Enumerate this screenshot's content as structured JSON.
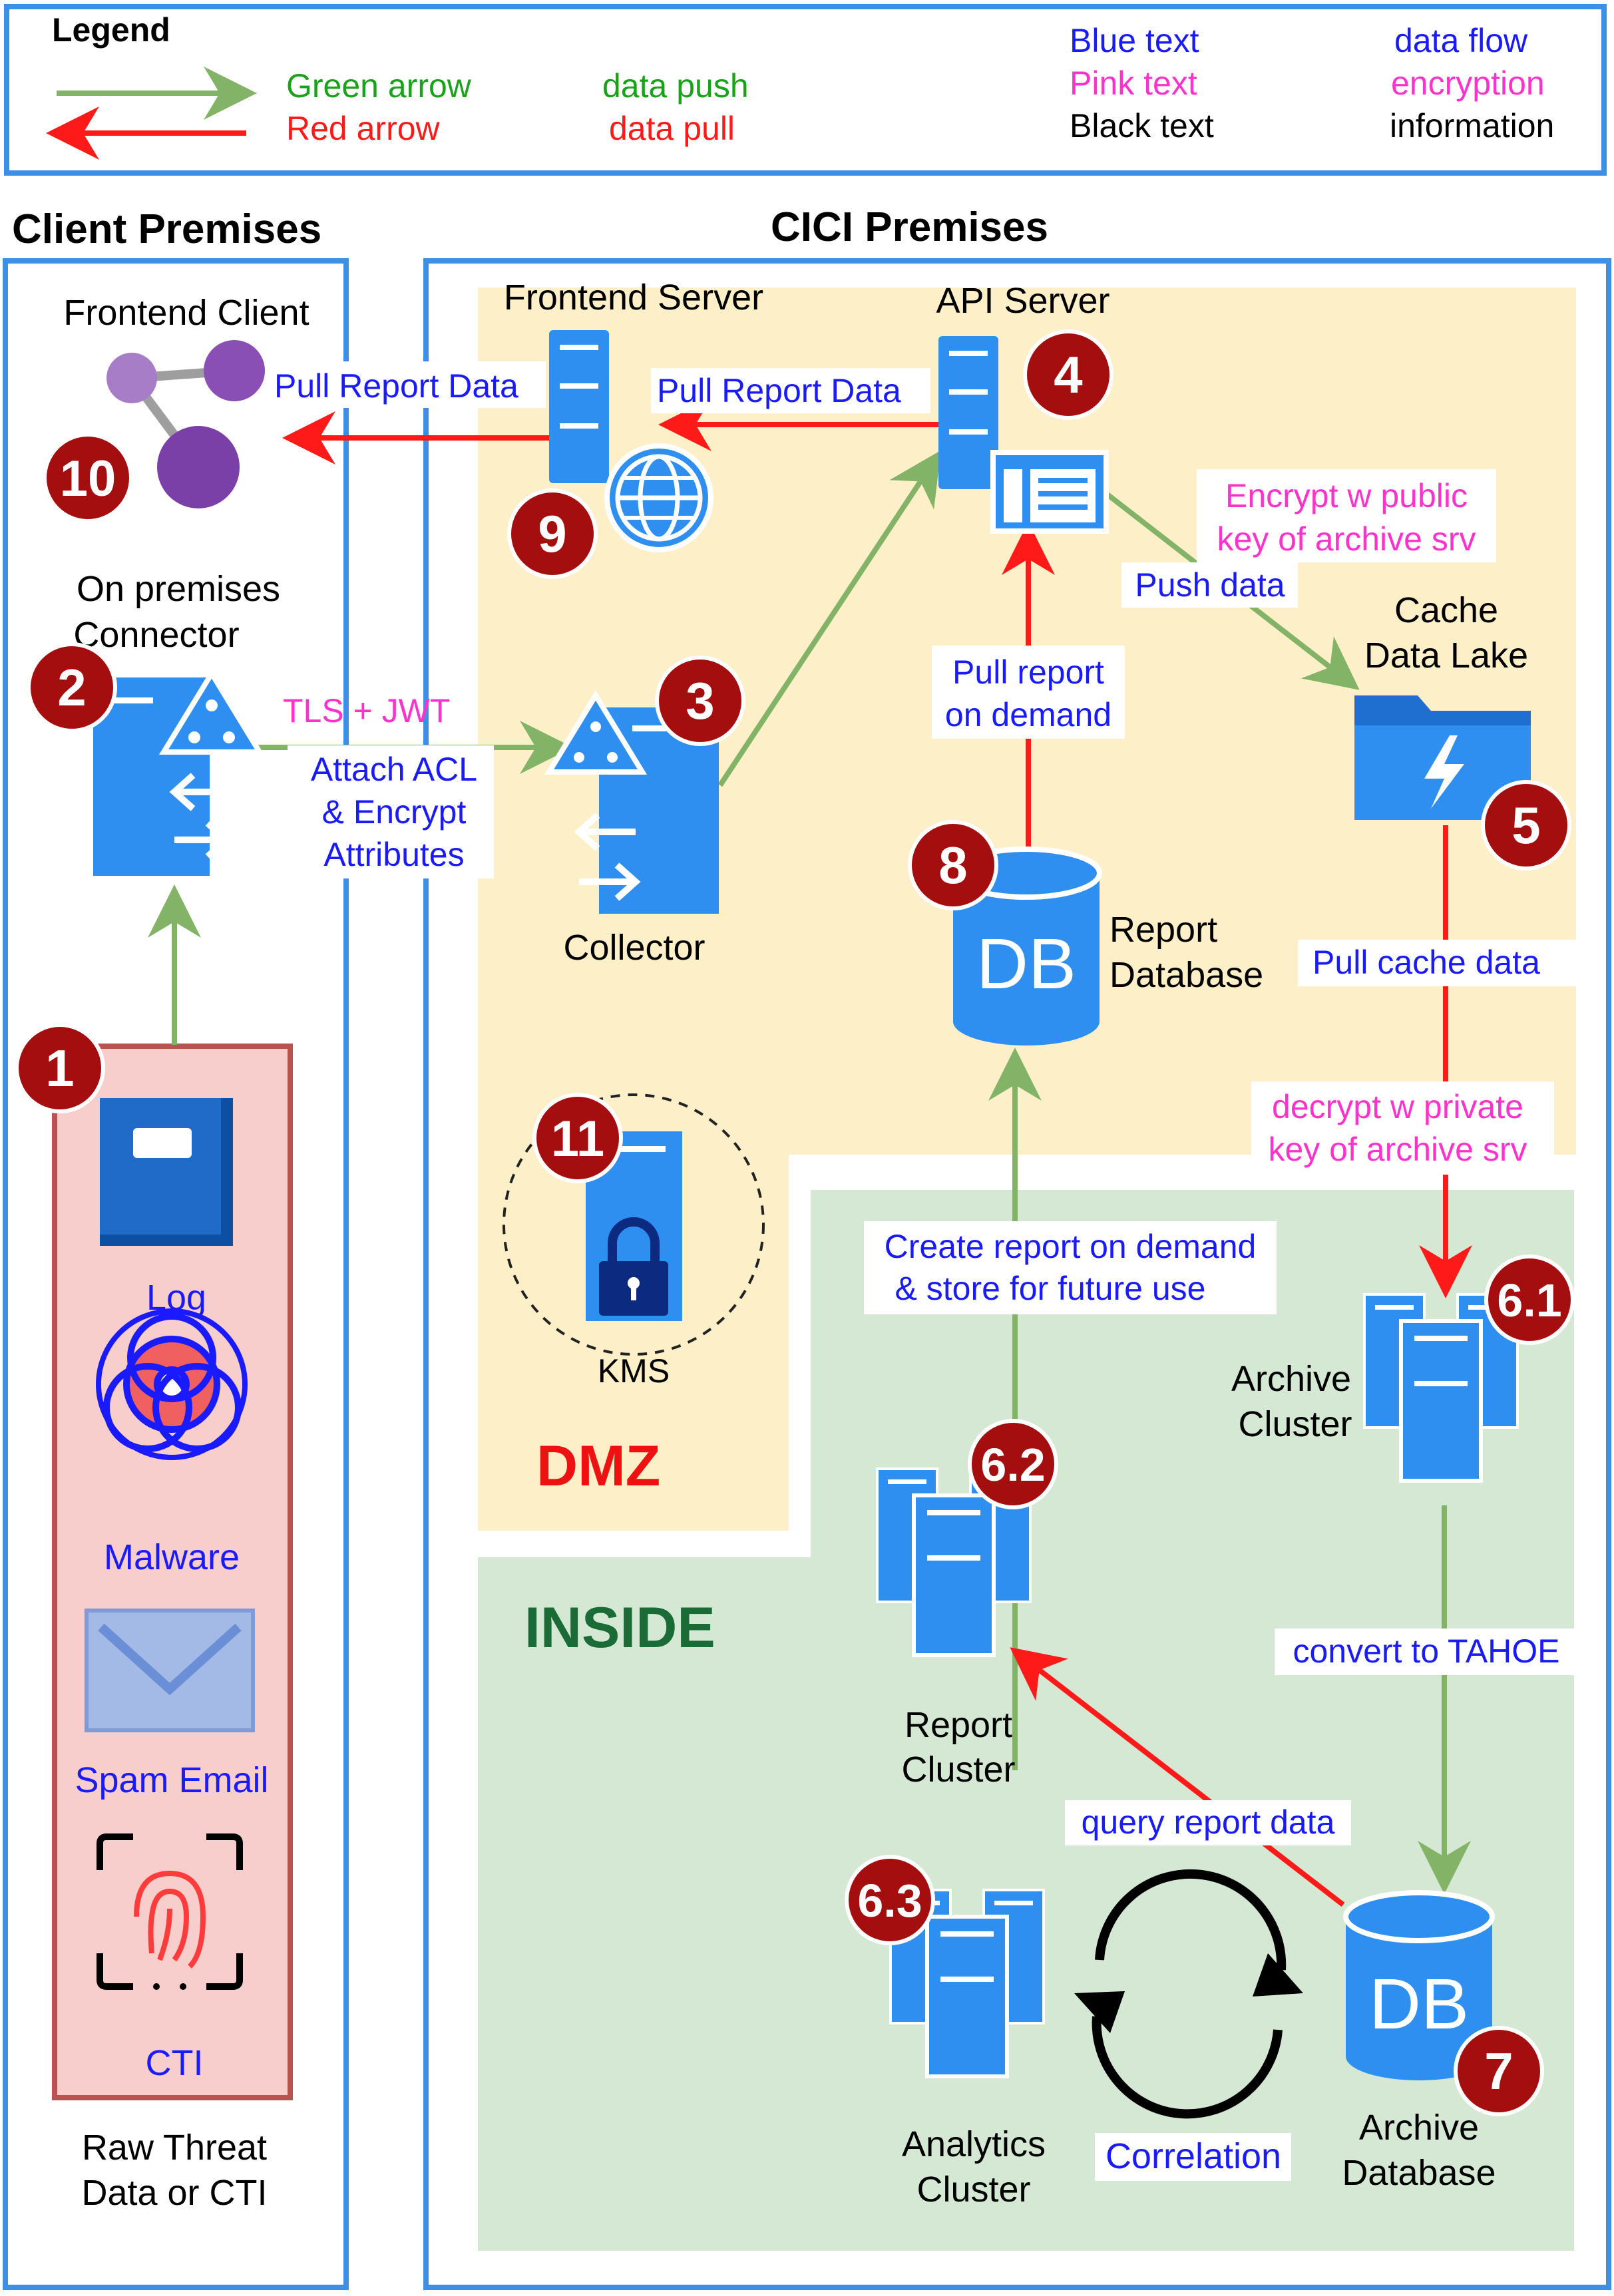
{
  "colors": {
    "push_green": "#82b366",
    "pull_red": "#ff1a1a",
    "flow_blue": "#1a1aff",
    "encrypt_pink": "#ff33cc",
    "panel_blue": "#3d8fe6",
    "dmz_fill": "#fdefc8",
    "inside_fill": "#d5e8d4",
    "raw_fill": "#f8cecc",
    "raw_stroke": "#b85450",
    "badge_red": "#a50e0e",
    "server_blue": "#2f8ff0",
    "dmz_label": "#ee1111",
    "inside_label": "#1a6b35"
  },
  "legend": {
    "title": "Legend",
    "green_arrow": "Green arrow",
    "data_push": "data push",
    "red_arrow": "Red arrow",
    "data_pull": "data pull",
    "blue_text": "Blue text",
    "data_flow": "data flow",
    "pink_text": "Pink text",
    "encryption": "encryption",
    "black_text": "Black text",
    "information": "information"
  },
  "sections": {
    "client": "Client Premises",
    "cici": "CICI Premises",
    "dmz": "DMZ",
    "inside": "INSIDE"
  },
  "nodes": {
    "frontend_client": "Frontend Client",
    "frontend_server": "Frontend Server",
    "api_server": "API Server",
    "connector_line1": "On premises",
    "connector_line2": "Connector",
    "collector": "Collector",
    "cache_line1": "Cache",
    "cache_line2": "Data Lake",
    "report_db_line1": "Report",
    "report_db_line2": "Database",
    "kms": "KMS",
    "archive_cluster_line1": "Archive",
    "archive_cluster_line2": "Cluster",
    "report_cluster_line1": "Report",
    "report_cluster_line2": "Cluster",
    "analytics_line1": "Analytics",
    "analytics_line2": "Cluster",
    "archive_db_line1": "Archive",
    "archive_db_line2": "Database",
    "raw_line1": "Raw Threat",
    "raw_line2": "Data or CTI",
    "log": "Log",
    "malware": "Malware",
    "spam": "Spam Email",
    "cti": "CTI",
    "db_glyph": "DB"
  },
  "badges": {
    "b1": "1",
    "b2": "2",
    "b3": "3",
    "b4": "4",
    "b5": "5",
    "b61": "6.1",
    "b62": "6.2",
    "b63": "6.3",
    "b7": "7",
    "b8": "8",
    "b9": "9",
    "b10": "10",
    "b11": "11"
  },
  "edges": {
    "pull_report_client": "Pull Report Data",
    "pull_report_api": "Pull Report Data",
    "tls_jwt": "TLS + JWT",
    "attach_1": "Attach ACL",
    "attach_2": "& Encrypt",
    "attach_3": "Attributes",
    "encrypt_1": "Encrypt w public",
    "encrypt_2": "key of archive srv",
    "push_data": "Push data",
    "pull_report_1": "Pull report",
    "pull_report_2": "on demand",
    "pull_cache": "Pull cache data",
    "decrypt_1": "decrypt w private",
    "decrypt_2": "key of archive srv",
    "create_1": "Create report on demand",
    "create_2": "& store for future use",
    "convert": "convert to TAHOE",
    "query": "query report data",
    "correlation": "Correlation"
  }
}
